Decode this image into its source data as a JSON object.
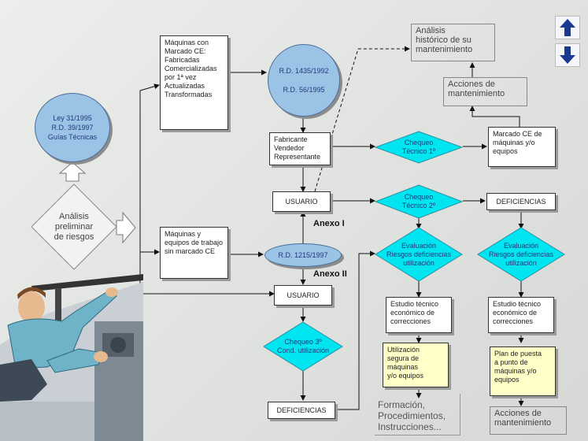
{
  "nodes": {
    "ley": "Ley 31/1995\nR.D. 39/1997\nGuías Técnicas",
    "analisis_preliminar": "Análisis\npreliminar\nde riesgos",
    "maquinas_ce": "Máquinas con\nMarcado CE:\nFabricadas\nComercializadas\n por 1ª vez\nActualizadas\nTransformadas",
    "rd_1435": "R.D. 1435/1992\n\nR.D. 56/1995",
    "analisis_historico": "Análisis\nhistórico de su\nmantenimiento",
    "acciones_mant_top": "Acciones de\nmantenimiento",
    "fabricante": "Fabricante\nVendedor\nRepresentante",
    "chequeo_1": "Chequeo\nTécnico 1º",
    "marcado_ce": "Marcado CE de\nmáquinas y/o\nequipos",
    "usuario_1": "USUARIO",
    "chequeo_2": "Chequeo\nTécnico 2º",
    "deficiencias_right": "DEFICIENCIAS",
    "anexo_1": "Anexo I",
    "maquinas_sin_ce": "Máquinas y\nequipos de trabajo\nsin marcado CE",
    "rd_1215": "R.D. 1215/1997",
    "anexo_2": "Anexo II",
    "evaluacion_mid": "Evaluación\nRiesgos deficiencias\nutilización",
    "evaluacion_right": "Evaluación\nRiesgos deficiencias\nutilización",
    "usuario_2": "USUARIO",
    "estudio_mid": "Estudio técnico\neconómico de\ncorrecciones",
    "estudio_right": "Estudio técnico\neconómico de\ncorrecciones",
    "chequeo_3": "Chequeo 3º\nCond. utilización",
    "utilizacion_segura": "Utilización\nsegura de\nmáquinas\ny/o equipos",
    "plan_puesta": "Plan de puesta\na punto de\nmáquinas y/o\nequipos",
    "deficiencias_bottom": "DEFICIENCIAS",
    "formacion": "Formación,\nProcedimientos,\nInstrucciones...",
    "acciones_mant_bottom": "Acciones de\nmantenimiento"
  },
  "nav": {
    "up_icon": "up-arrow-icon",
    "down_icon": "down-arrow-icon"
  },
  "colors": {
    "diamond": "#00e5f0",
    "ellipse": "#9bc3e6",
    "note": "#ffffc8",
    "nav": "#1a3a8f"
  }
}
